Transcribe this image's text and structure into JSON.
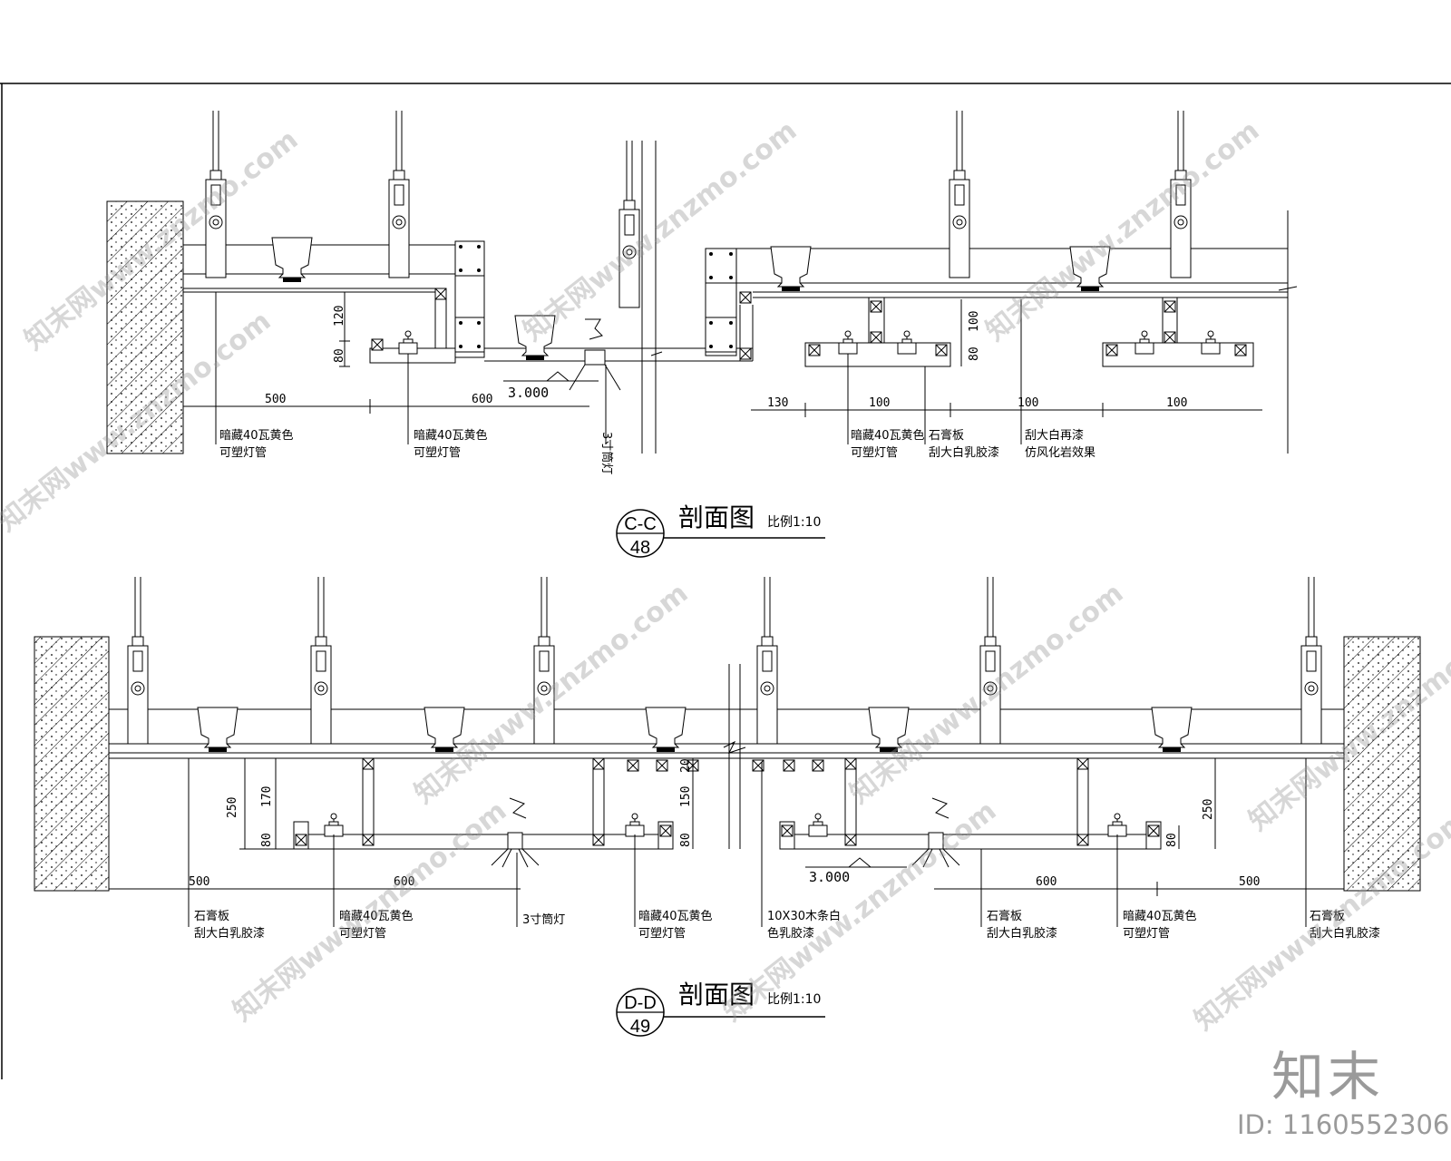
{
  "section_cc": {
    "title": "剖面图",
    "scale": "比例1:10",
    "symbol_top": "C-C",
    "symbol_bottom": "48",
    "level": "3.000",
    "dims": [
      "120",
      "80",
      "500",
      "600",
      "100",
      "80",
      "130",
      "100",
      "100",
      "100"
    ],
    "labels": {
      "lamp1_a": "暗藏40瓦黄色",
      "lamp1_b": "可塑灯管",
      "lamp2_a": "暗藏40瓦黄色",
      "lamp2_b": "可塑灯管",
      "spot": "3寸筒灯",
      "lamp3_a": "暗藏40瓦黄色",
      "lamp3_b": "可塑灯管",
      "gyp_a": "石膏板",
      "gyp_b": "刮大白乳胶漆",
      "paint_a": "刮大白再漆",
      "paint_b": "仿风化岩效果"
    }
  },
  "section_dd": {
    "title": "剖面图",
    "scale": "比例1:10",
    "symbol_top": "D-D",
    "symbol_bottom": "49",
    "level": "3.000",
    "dims": [
      "250",
      "170",
      "80",
      "500",
      "600",
      "150",
      "80",
      "20",
      "250",
      "80",
      "600",
      "500"
    ],
    "labels": {
      "gyp1_a": "石膏板",
      "gyp1_b": "刮大白乳胶漆",
      "lamp1_a": "暗藏40瓦黄色",
      "lamp1_b": "可塑灯管",
      "spot": "3寸筒灯",
      "lamp2_a": "暗藏40瓦黄色",
      "lamp2_b": "可塑灯管",
      "wood_a": "10X30木条白",
      "wood_b": "色乳胶漆",
      "gyp2_a": "石膏板",
      "gyp2_b": "刮大白乳胶漆",
      "lamp3_a": "暗藏40瓦黄色",
      "lamp3_b": "可塑灯管",
      "gyp3_a": "石膏板",
      "gyp3_b": "刮大白乳胶漆"
    }
  },
  "watermark_text": "知末网www.znzmo.com",
  "brand": "知末",
  "image_id": "ID: 1160552306"
}
